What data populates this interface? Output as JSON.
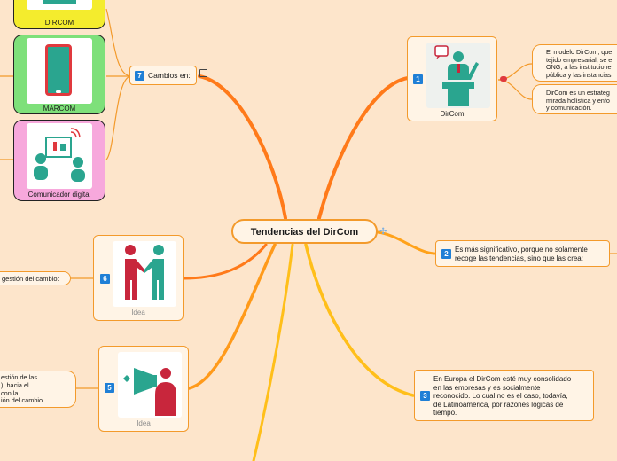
{
  "central": {
    "title": "Tendencias del DirCom"
  },
  "left_branch": {
    "cambios": {
      "number": "7",
      "label": "Cambios en:"
    },
    "cards": [
      {
        "caption": "DIRCOM",
        "color": "#f4ec2d"
      },
      {
        "caption": "MARCOM",
        "color": "#7ee07a"
      },
      {
        "caption": "Comunicador digital",
        "color": "#f7a8dc"
      }
    ],
    "idea6": {
      "number": "6",
      "caption": "Idea",
      "text": "gestión del cambio:"
    },
    "idea5": {
      "number": "5",
      "caption": "Idea",
      "lines": [
        "estión de las",
        "), hacia el",
        "con la",
        "ión del cambio."
      ]
    }
  },
  "right_branch": {
    "dircom": {
      "number": "1",
      "caption": "DirCom"
    },
    "sub1": {
      "lines": [
        "El modelo DirCom, que",
        "tejido empresarial, se e",
        "ONG, a las institucione",
        "pública y las instancias"
      ]
    },
    "sub2": {
      "lines": [
        "DirCom es un estrateg",
        "mirada holística y enfo",
        "y comunicación."
      ]
    },
    "node2": {
      "number": "2",
      "lines": [
        "Es más significativo, porque no solamente",
        "recoge las tendencias, sino que las crea:"
      ]
    },
    "node3": {
      "number": "3",
      "lines": [
        "En Europa el DirCom esté muy consolidado",
        "en las empresas y es socialmente",
        "reconocido. Lo cual no es el caso, todavía,",
        "de Latinoamérica, por razones lógicas de",
        "tiempo."
      ]
    }
  },
  "colors": {
    "orange": "#f39a2b",
    "branch_main": "#ff7a1a",
    "branch_yellow": "#ffbf1a",
    "number_badge": "#1f7fd6"
  }
}
